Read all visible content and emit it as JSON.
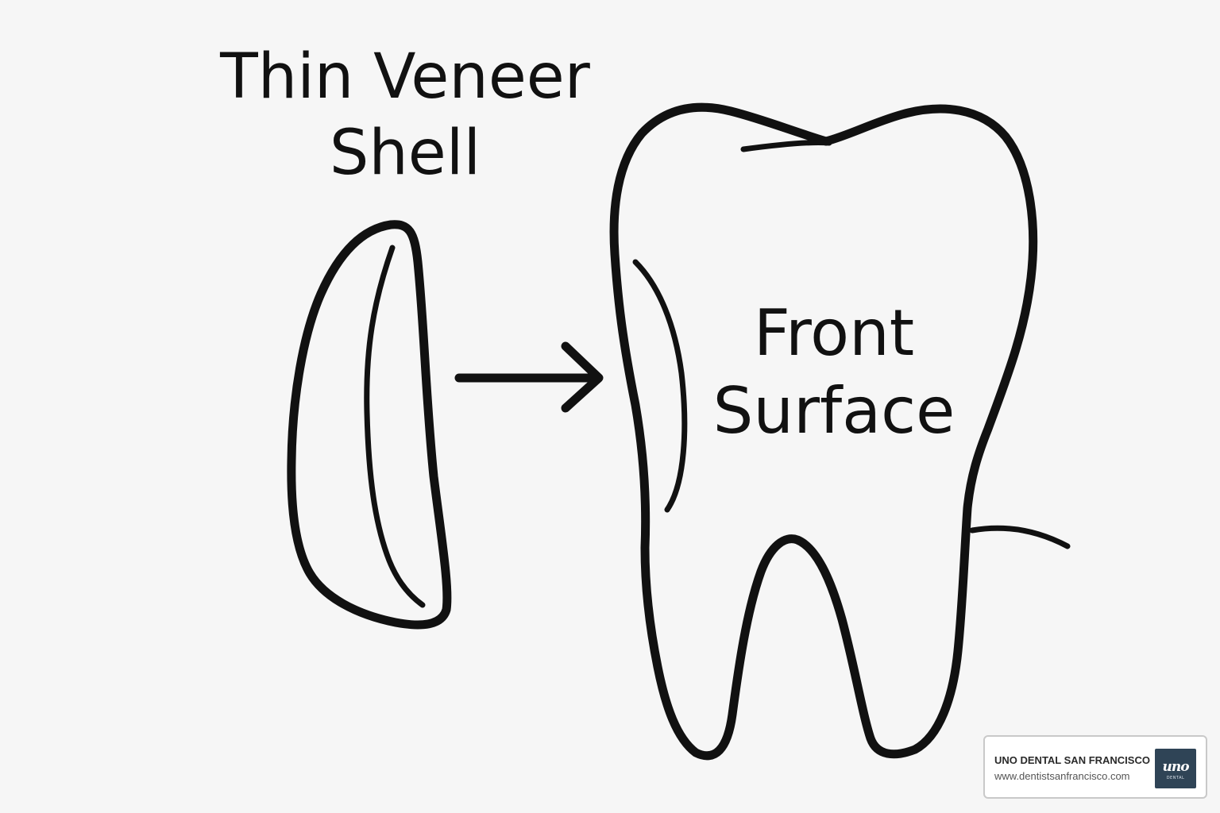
{
  "labels": {
    "veneer_line1": "Thin Veneer",
    "veneer_line2": "Shell",
    "tooth_line1": "Front",
    "tooth_line2": "Surface"
  },
  "badge": {
    "name": "UNO DENTAL SAN FRANCISCO",
    "url": "www.dentistsanfrancisco.com",
    "logo_mark": "uno",
    "logo_sub": "DENTAL"
  },
  "colors": {
    "background": "#f6f6f6",
    "ink": "#111111",
    "logo_bg": "#2f4456"
  }
}
